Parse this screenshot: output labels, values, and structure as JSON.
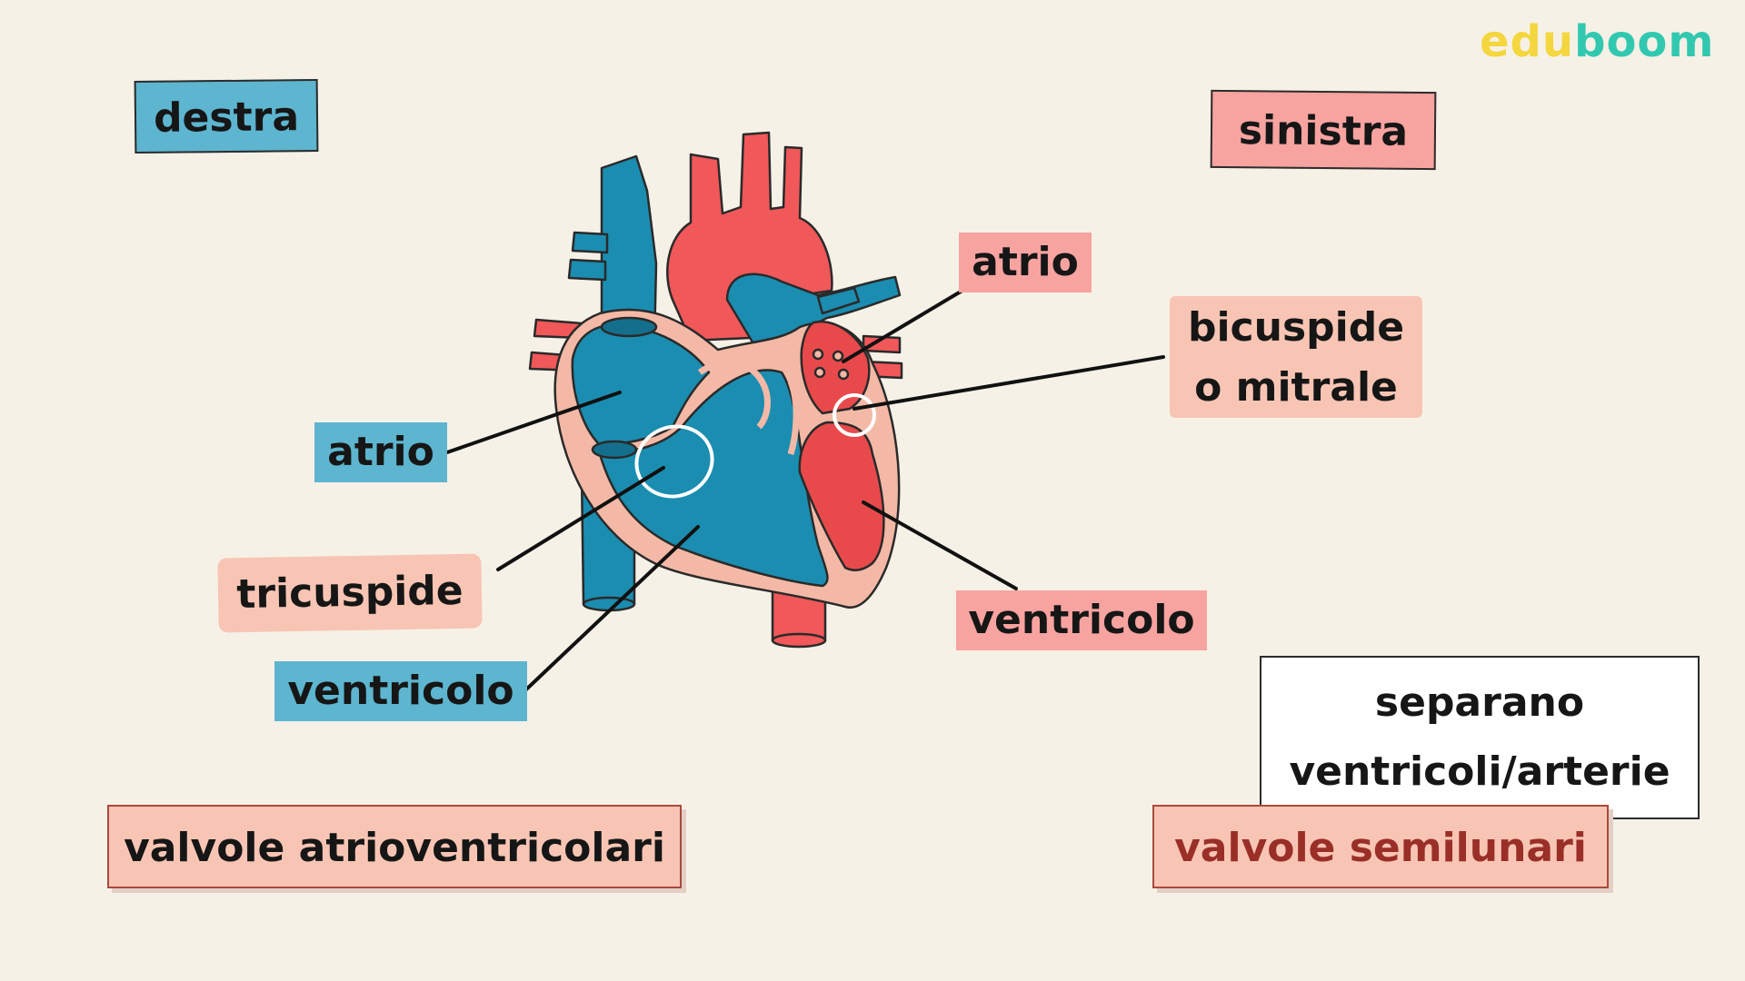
{
  "brand": {
    "logo_part1": "edu",
    "logo_part2": "boom"
  },
  "sides": {
    "right": "destra",
    "left": "sinistra"
  },
  "labels": {
    "left_atrium": "atrio",
    "mitral_line1": "bicuspide",
    "mitral_line2": "o mitrale",
    "right_atrium": "atrio",
    "tricuspid": "tricuspide",
    "left_ventricle": "ventricolo",
    "right_ventricle": "ventricolo"
  },
  "notes": {
    "semilunar_desc_line1": "separano",
    "semilunar_desc_line2": "ventricoli/arterie",
    "av_valves": "valvole atrioventricolari",
    "semilunar_valves": "valvole semilunari"
  },
  "colors": {
    "background": "#f6f1e7",
    "venous_blue": "#1b8db0",
    "arterial_red": "#f0585a",
    "wall_pink": "#f3b9a6",
    "label_blue": "#5db5cf",
    "label_pink": "#f7a3a0",
    "label_peach": "#f8c5b4"
  }
}
